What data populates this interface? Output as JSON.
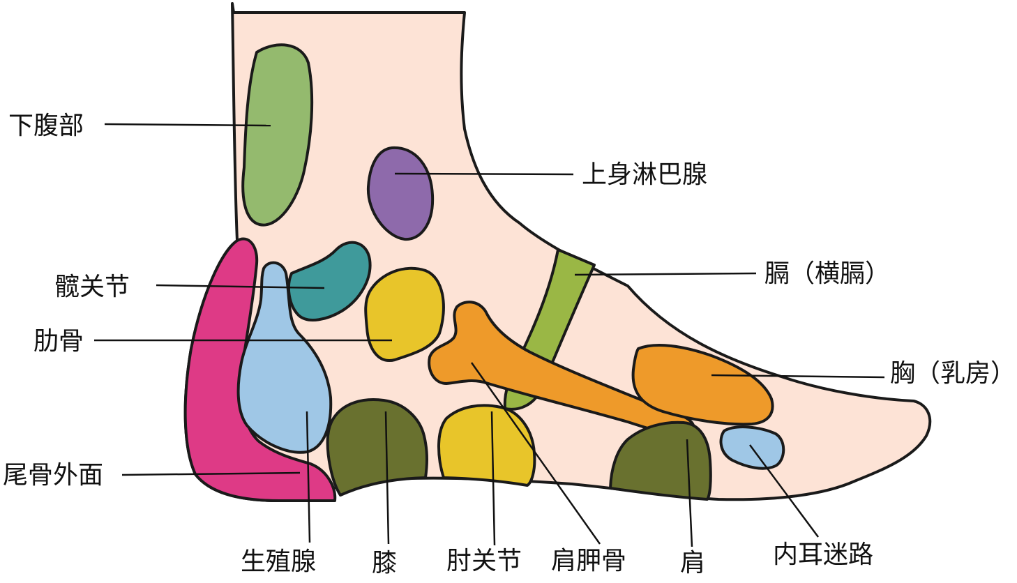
{
  "labels": {
    "lower_abdomen": "下腹部",
    "upper_lymph": "上身淋巴腺",
    "hip_joint": "髋关节",
    "diaphragm": "膈（横膈）",
    "rib": "肋骨",
    "chest": "胸（乳房）",
    "coccyx_outer": "尾骨外面",
    "gonad": "生殖腺",
    "knee": "膝",
    "elbow_joint": "肘关节",
    "scapula": "肩胛骨",
    "shoulder": "肩",
    "inner_ear": "内耳迷路"
  },
  "colors": {
    "skin": "#fde3d6",
    "lower_abdomen": "#94ba6e",
    "upper_lymph": "#8e6aab",
    "hip_joint": "#3f9a9b",
    "rib": "#e8c52a",
    "diaphragm": "#9ab745",
    "scapula": "#ee9a2a",
    "chest": "#ee9a2a",
    "coccyx_outer": "#de3a86",
    "gonad": "#9fc7e6",
    "knee": "#69712f",
    "elbow_joint": "#e8c52a",
    "shoulder": "#69712f",
    "inner_ear": "#9fc7e6"
  }
}
